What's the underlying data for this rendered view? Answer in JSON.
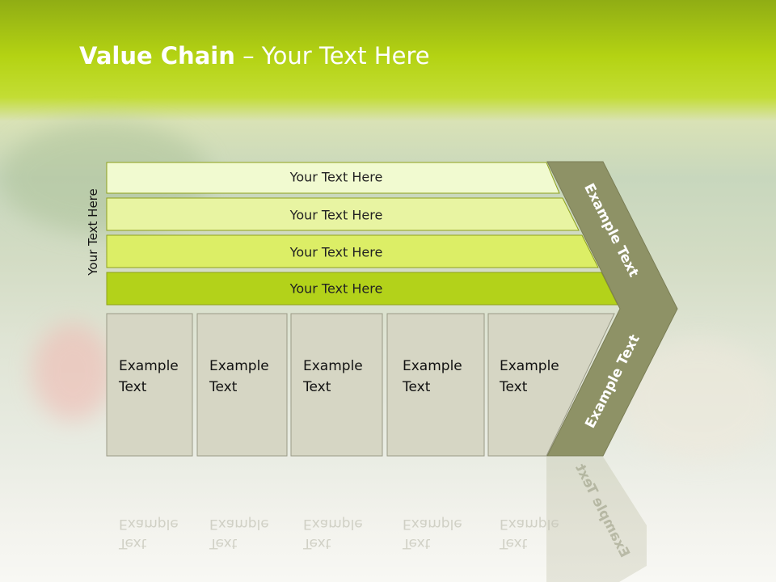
{
  "slide": {
    "title_bold": "Value Chain",
    "title_rest": " – Your Text Here"
  },
  "side_label": "Your Text Here",
  "bars": [
    {
      "label": "Your Text Here",
      "fill": "#f1fad0"
    },
    {
      "label": "Your Text Here",
      "fill": "#e8f4a2"
    },
    {
      "label": "Your Text Here",
      "fill": "#dcee66"
    },
    {
      "label": "Your Text Here",
      "fill": "#b3d21a"
    }
  ],
  "boxes": [
    {
      "line1": "Example",
      "line2": "Text"
    },
    {
      "line1": "Example",
      "line2": "Text"
    },
    {
      "line1": "Example",
      "line2": "Text"
    },
    {
      "line1": "Example",
      "line2": "Text"
    },
    {
      "line1": "Example",
      "line2": "Text"
    }
  ],
  "chevron": {
    "upper_label": "Example Text",
    "lower_label": "Example Text",
    "fill": "#8e9266"
  },
  "colors": {
    "box_fill": "#d6d6c4",
    "box_stroke": "#9a9a86",
    "bar_stroke": "#8fa11c",
    "title_band": "#b4d313"
  }
}
